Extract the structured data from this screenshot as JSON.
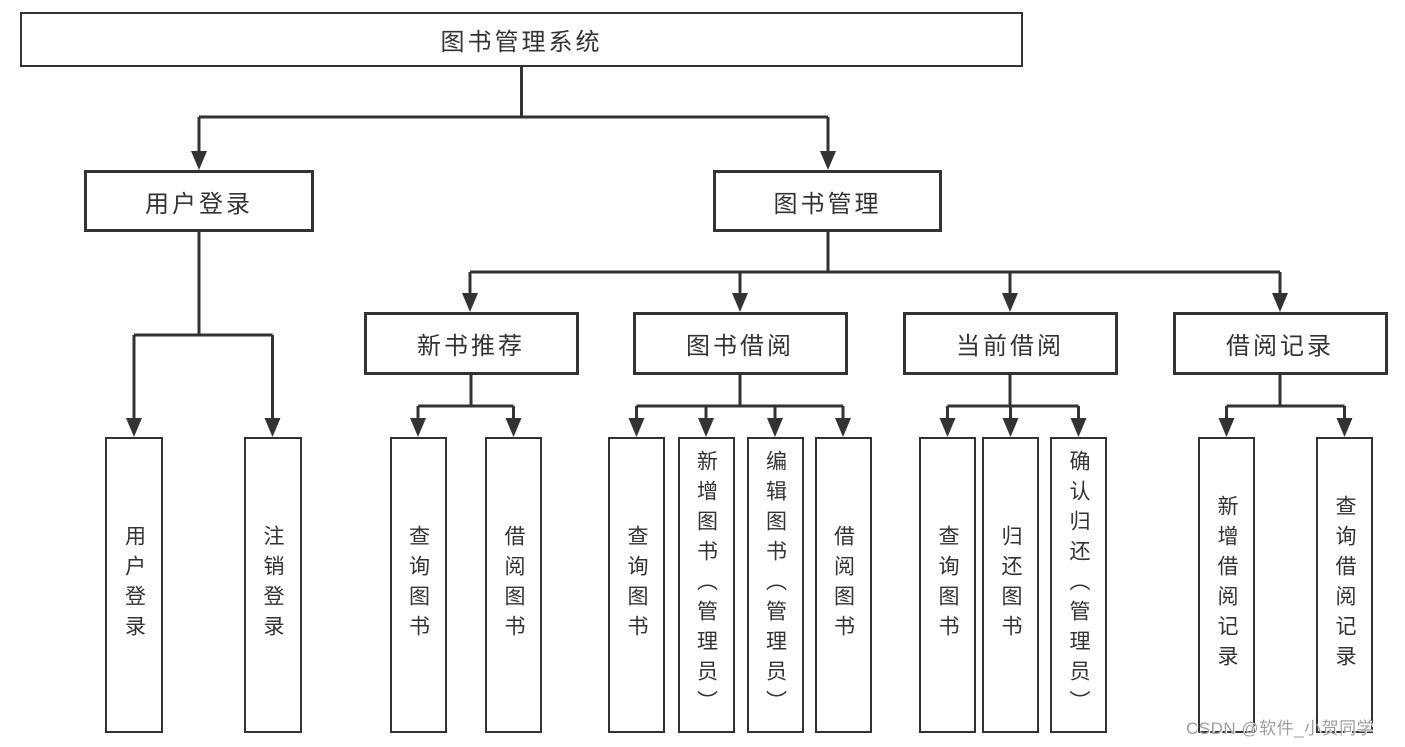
{
  "colors": {
    "line": "#333333",
    "box_border": "#333333",
    "text": "#333333",
    "background": "#ffffff",
    "watermark": "#9f9f9f"
  },
  "watermark": "CSDN @软件_小贺同学",
  "root": {
    "label": "图书管理系统",
    "children": [
      {
        "label": "用户登录",
        "children": [
          {
            "label": "用户登录"
          },
          {
            "label": "注销登录"
          }
        ]
      },
      {
        "label": "图书管理",
        "children": [
          {
            "label": "新书推荐",
            "children": [
              {
                "label": "查询图书"
              },
              {
                "label": "借阅图书"
              }
            ]
          },
          {
            "label": "图书借阅",
            "children": [
              {
                "label": "查询图书"
              },
              {
                "label": "新增图书（管理员）"
              },
              {
                "label": "编辑图书（管理员）"
              },
              {
                "label": "借阅图书"
              }
            ]
          },
          {
            "label": "当前借阅",
            "children": [
              {
                "label": "查询图书"
              },
              {
                "label": "归还图书"
              },
              {
                "label": "确认归还（管理员）"
              }
            ]
          },
          {
            "label": "借阅记录",
            "children": [
              {
                "label": "新增借阅记录"
              },
              {
                "label": "查询借阅记录"
              }
            ]
          }
        ]
      }
    ]
  }
}
